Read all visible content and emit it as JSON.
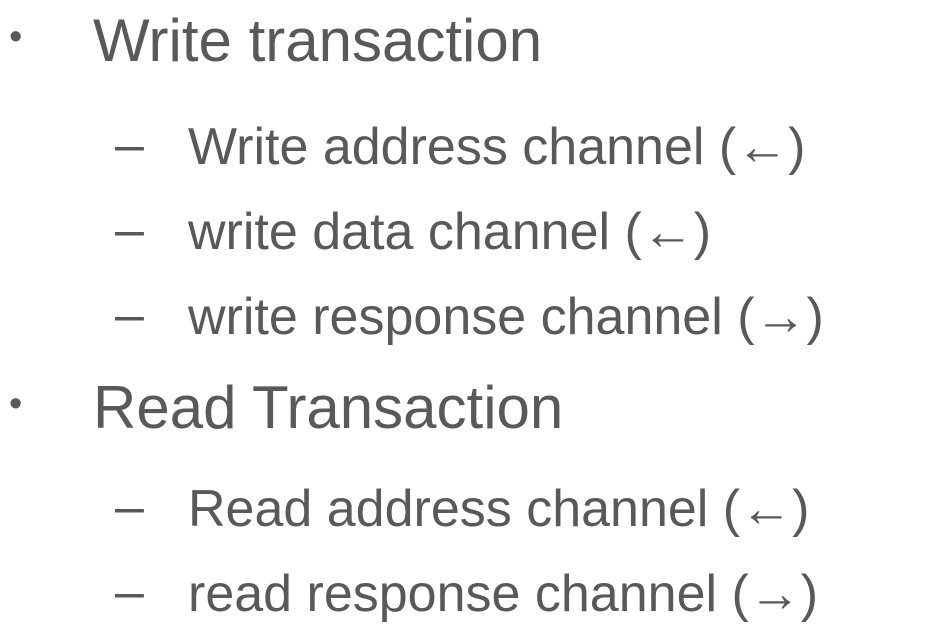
{
  "colors": {
    "text": "#58595b",
    "background": "#ffffff"
  },
  "list": {
    "items": [
      {
        "level": 1,
        "bullet": "•",
        "text": "Write transaction"
      },
      {
        "level": 2,
        "bullet": "–",
        "text": "Write address channel (←)"
      },
      {
        "level": 2,
        "bullet": "–",
        "text": "write data channel (←)"
      },
      {
        "level": 2,
        "bullet": "–",
        "text": "write response channel (→)"
      },
      {
        "level": 1,
        "bullet": "•",
        "text": "Read Transaction"
      },
      {
        "level": 2,
        "bullet": "–",
        "text": "Read address channel (←)"
      },
      {
        "level": 2,
        "bullet": "–",
        "text": "read response channel (→)"
      }
    ]
  }
}
